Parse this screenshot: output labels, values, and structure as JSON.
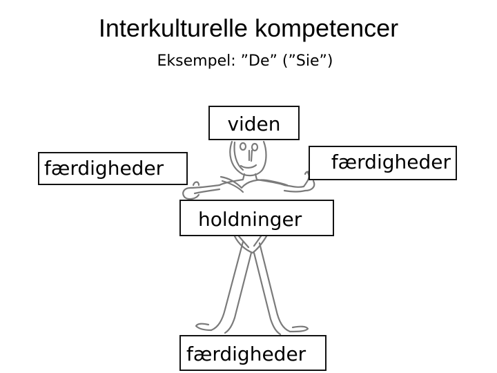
{
  "title": "Interkulturelle kompetencer",
  "subtitle": "Eksempel: ”De” (”Sie”)",
  "labels": {
    "head": "viden",
    "left_hand": "færdigheder",
    "right_hand": "færdigheder",
    "heart": "holdninger",
    "feet": "færdigheder"
  },
  "colors": {
    "text": "#000000",
    "box_border": "#111111",
    "sketch_stroke": "#7a7a7a"
  },
  "icons": {
    "figure": "stick-figure-sketch"
  }
}
